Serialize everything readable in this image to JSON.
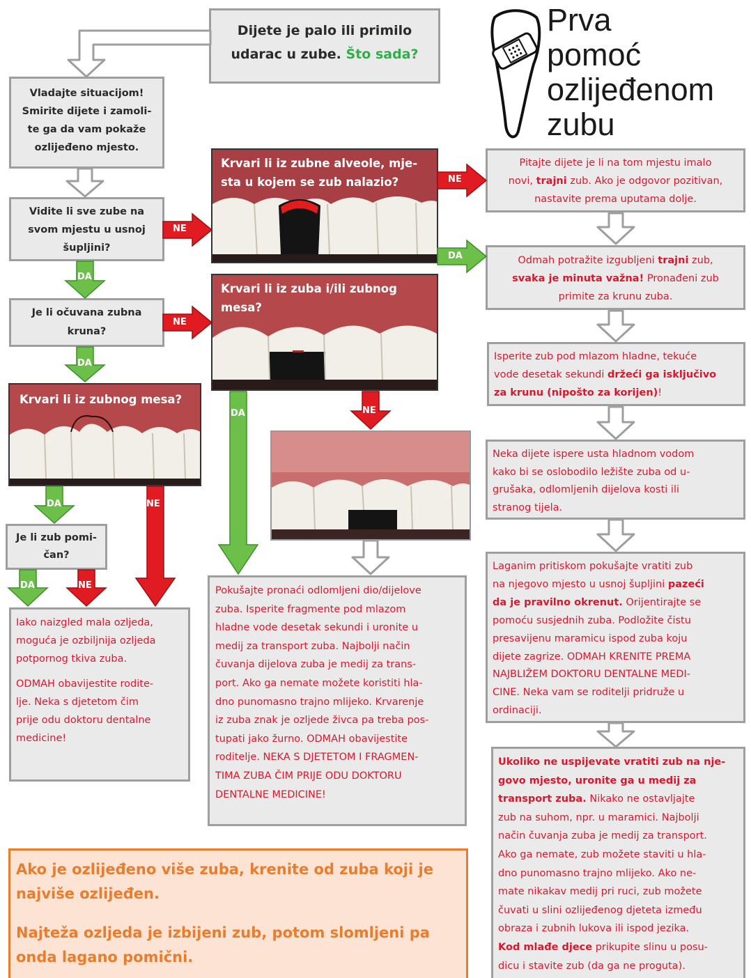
{
  "header": {
    "question": "Dijete je palo ili primilo udarac u zube.",
    "question_highlight": "Što sada?",
    "title_lines": [
      "Prva",
      "pomoć",
      "ozlijeđenom",
      "zubu"
    ]
  },
  "left": {
    "control": [
      "Vladajte situacijom!",
      "Smirite dijete i zamoli-",
      "te ga da vam pokaže",
      "ozlijeđeno mjesto."
    ],
    "q_all_teeth": [
      "Vidite li sve zube na",
      "svom mjestu u usnoj",
      "šupljini?"
    ],
    "q_crown": [
      "Je li očuvana zubna",
      "kruna?"
    ],
    "q_mobile": [
      "Je li zub pomi-",
      "čan?"
    ],
    "result_p1": [
      "Iako naizgled mala ozljeda,",
      "moguća je ozbiljnija ozljeda",
      "potpornog tkiva zuba."
    ],
    "result_p2": [
      "ODMAH obavijestite rodite-",
      "lje. Neka s djetetom čim",
      "prije odu doktoru dentalne",
      "medicine!"
    ]
  },
  "photos": {
    "alveole_q": "Krvari li iz zubne alveole, mje- sta u kojem se zub nalazio?",
    "tooth_q": "Krvari li iz zuba i/ili zubnog mesa?",
    "gum_q": "Krvari li iz zubnog mesa?"
  },
  "labels": {
    "yes": "DA",
    "no": "NE"
  },
  "middle": {
    "result_lines": [
      "Pokušajte pronaći odlomljeni dio/dijelove",
      "zuba. Isperite fragmente pod mlazom",
      "hladne vode desetak sekundi i uronite u",
      "medij za transport zuba. Najbolji način",
      "čuvanja dijelova zuba  je medij za trans-",
      "port. Ako ga nemate možete koristiti hla-",
      "dno punomasno trajno mlijeko. Krvarenje",
      "iz zuba znak je ozljede živca pa treba pos-",
      "tupati jako žurno. ODMAH obavijestite",
      "roditelje. NEKA S DJETETOM I FRAGMEN-",
      "TIMA ZUBA ČIM PRIJE ODU DOKTORU",
      "DENTALNE MEDICINE!"
    ]
  },
  "right": {
    "ask": {
      "a": "Pitajte dijete je li na tom mjestu imalo",
      "b": "novi, ",
      "c": "trajni",
      "d": " zub. Ako je odgovor pozitivan,",
      "e": "nastavite prema uputama dolje."
    },
    "search": {
      "a": "Odmah potražite izgubljeni ",
      "b": "trajni",
      "c": " zub,",
      "d": "svaka je minuta važna!",
      "e": " Pronađeni zub",
      "f": "primite za krunu zuba."
    },
    "rinse_tooth": {
      "a": "Isperite zub pod mlazom hladne, tekuće",
      "b": "vode desetak sekundi ",
      "c": "držeći  ga isključivo",
      "d": "za krunu (nipošto za korijen)",
      "e": "!"
    },
    "rinse_mouth": [
      "Neka dijete ispere usta hladnom vodom",
      "kako bi se oslobodilo ležište zuba od u-",
      "grušaka, odlomljenih dijelova kosti ili",
      "stranog tijela."
    ],
    "replant": {
      "a": "Laganim pritiskom pokušajte vratiti zub",
      "b": "na njegovo mjesto u usnoj šupljini ",
      "c": "pazeći",
      "d": "da je pravilno okrenut.",
      "e": " Orijentirajte se",
      "f": "pomoću susjednih zuba. Podložite čistu",
      "g": "presavijenu maramicu ispod zuba koju",
      "h": "dijete zagrize. ODMAH KRENITE PREMA",
      "i": "NAJBLIŽEM DOKTORU DENTALNE MEDI-",
      "j": "CINE. Neka vam se roditelji pridruže u",
      "k": "ordinaciji."
    },
    "transport": {
      "a": "Ukoliko ne uspijevate vratiti zub na nje-",
      "b": "govo mjesto, uronite ga u medij za",
      "c": "transport zuba.",
      "d": " Nikako ne ostavljajte",
      "e": "zub na suhom, npr. u maramici. Najbolji",
      "f": "način čuvanja zuba je medij za transport.",
      "g": "Ako ga nemate, zub možete staviti u hla-",
      "h": "dno punomasno trajno mlijeko. Ako ne-",
      "i": "mate nikakav medij pri ruci, zub možete",
      "j": "čuvati u slini ozlijeđenog djeteta između",
      "k": "obraza i zubnih lukova ili ispod jezika.",
      "l": "Kod mlađe djece",
      "m": " prikupite slinu u posu-",
      "n": "dicu i stavite zub (da ga ne proguta)."
    }
  },
  "note": {
    "p1": [
      "Ako je ozlijeđeno više zuba, krenite od zuba koji je",
      "najviše ozlijeđen."
    ],
    "p2": [
      "Najteža ozljeda je izbijeni zub, potom slomljeni pa",
      "onda lagano pomični."
    ]
  },
  "colors": {
    "red": "#d8182e",
    "green_text": "#2fae4a",
    "orange": "#e87d2e",
    "note_bg": "#fde3d3",
    "box_bg": "#eaeaea",
    "box_border": "#9e9e9e"
  }
}
